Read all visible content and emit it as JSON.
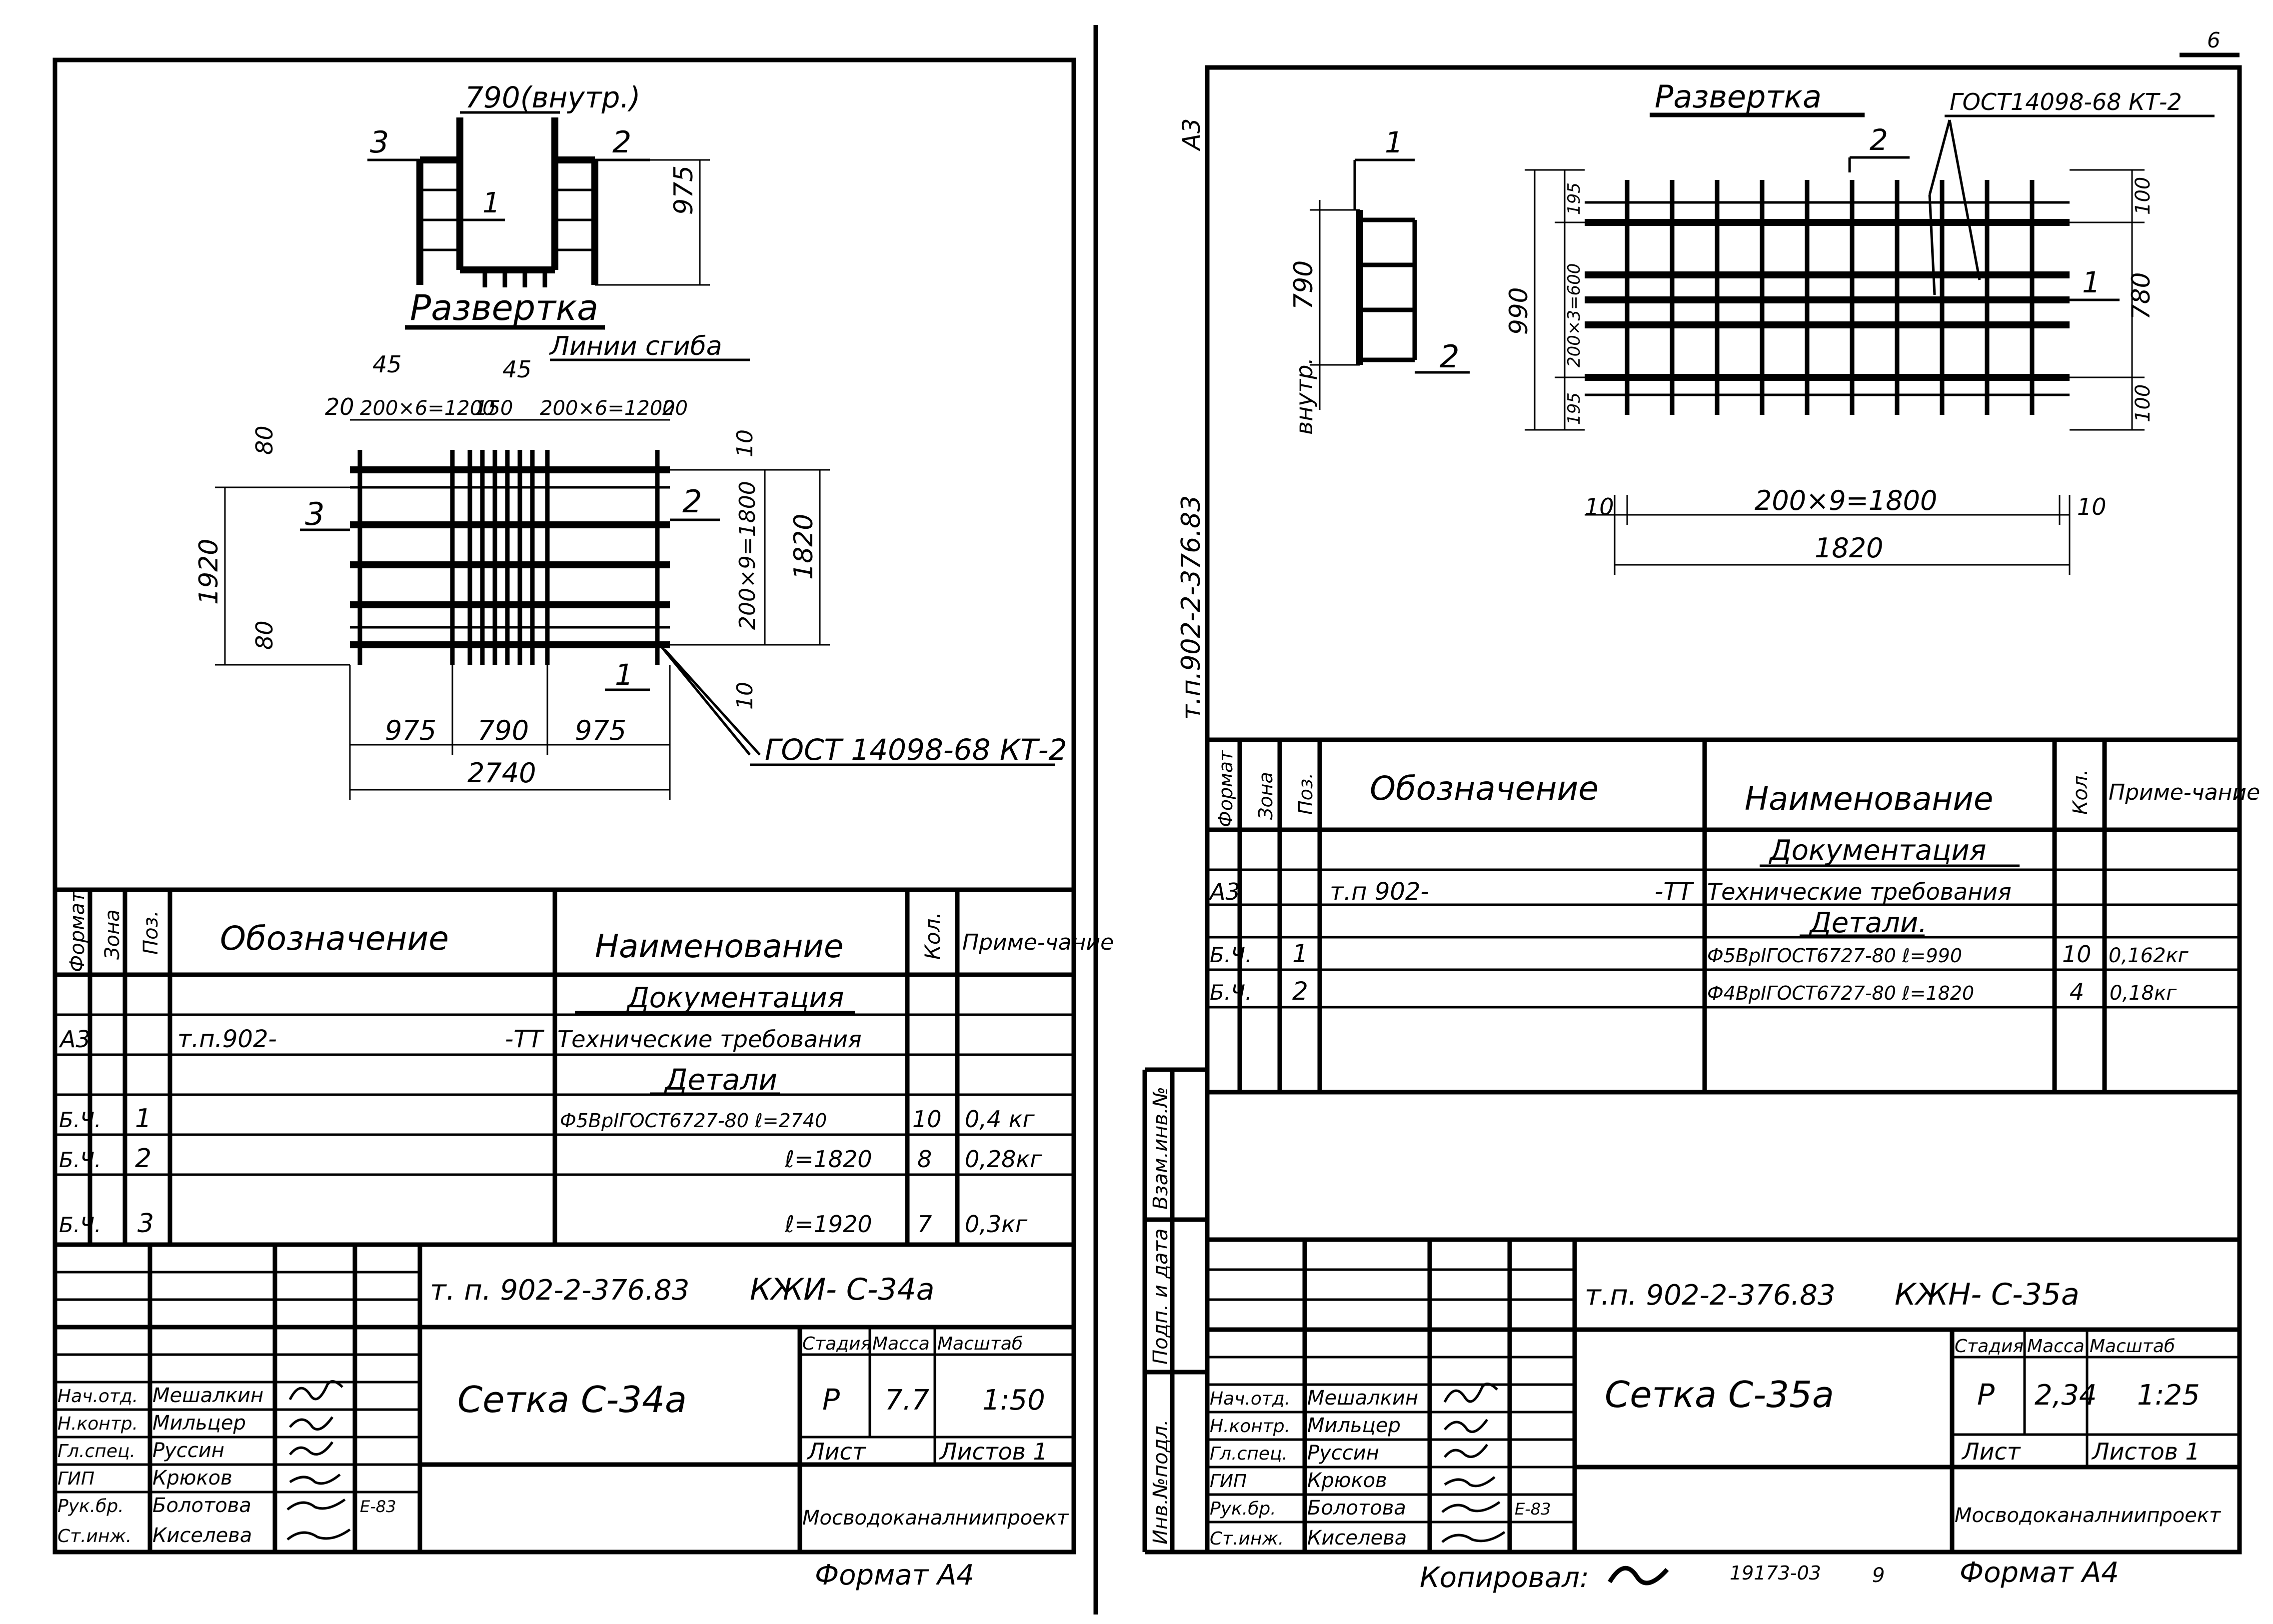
{
  "sheet_left": {
    "title": "т. п. 902-2-376.83",
    "mark": "КЖИ- С-34а",
    "name": "Сетка С-34а",
    "stage_label": "Стадия",
    "mass_label": "Масса",
    "scale_label": "Масштаб",
    "stage": "Р",
    "mass": "7.7",
    "scale": "1:50",
    "sheet_label": "Лист",
    "sheets_label": "Листов 1",
    "org": "Мосводоканалниипроект",
    "format_label": "Формат А4",
    "staff": [
      {
        "role": "Нач.отд.",
        "name": "Мешалкин"
      },
      {
        "role": "Н.контр.",
        "name": "Мильцер"
      },
      {
        "role": "Гл.спец.",
        "name": "Руссин"
      },
      {
        "role": "ГИП",
        "name": "Крюков"
      },
      {
        "role": "Рук.бр.",
        "name": "Болотова"
      },
      {
        "role": "Ст.инж.",
        "name": "Киселева"
      }
    ],
    "sign_date": "Е-83",
    "spec_headers": {
      "format": "Формат",
      "zone": "Зона",
      "pos": "Поз.",
      "designation": "Обозначение",
      "name": "Наименование",
      "qty": "Кол.",
      "note": "Приме-чание"
    },
    "spec_rows": [
      {
        "format": "",
        "pos": "",
        "designation": "",
        "name": "Документация",
        "qty": "",
        "note": ""
      },
      {
        "format": "А3",
        "pos": "",
        "designation": "т.п.902-",
        "designation_suffix": "-ТТ",
        "name": "Технические требования",
        "qty": "",
        "note": ""
      },
      {
        "format": "",
        "pos": "",
        "designation": "",
        "name": "Детали",
        "qty": "",
        "note": ""
      },
      {
        "format": "Б.Ч.",
        "pos": "1",
        "designation": "",
        "name": "Ф5ВрIГОСТ6727-80 ℓ=2740",
        "qty": "10",
        "note": "0,4 кг"
      },
      {
        "format": "Б.Ч.",
        "pos": "2",
        "designation": "",
        "name": "ℓ=1820",
        "qty": "8",
        "note": "0,28кг"
      },
      {
        "format": "Б.Ч.",
        "pos": "3",
        "designation": "",
        "name": "ℓ=1920",
        "qty": "7",
        "note": "0,3кг"
      }
    ],
    "drawing": {
      "dim_790": "790(внутр.)",
      "dim_975_h": "975",
      "label_razvertka": "Развертка",
      "label_bend": "Линии сгиба",
      "dim_45a": "45",
      "dim_45b": "45",
      "dim_20": "20",
      "dim_200x6a": "200×6=1200",
      "dim_150": "150",
      "dim_200x6b": "200×6=1200",
      "dim_20b": "20",
      "dim_80a": "80",
      "dim_80b": "80",
      "dim_1920": "1920",
      "dim_10a": "10",
      "dim_10b": "10",
      "dim_200x9": "200×9=1800",
      "dim_1820": "1820",
      "dim_975a": "975",
      "dim_790b": "790",
      "dim_975b": "975",
      "dim_2740": "2740",
      "gost": "ГОСТ 14098-68 КТ-2",
      "pos1": "1",
      "pos2": "2",
      "pos3": "3"
    }
  },
  "sheet_right": {
    "title": "т.п. 902-2-376.83",
    "mark": "КЖН- С-35а",
    "name": "Сетка  С-35а",
    "stage_label": "Стадия",
    "mass_label": "Масса",
    "scale_label": "Масштаб",
    "stage": "Р",
    "mass": "2,34",
    "scale": "1:25",
    "sheet_label": "Лист",
    "sheets_label": "Листов 1",
    "org": "Мосводоканалниипроект",
    "format_label": "Формат А4",
    "copied_label": "Копировал:",
    "copy_no": "19173-03",
    "copy_sheet": "9",
    "page_corner": "6",
    "staff": [
      {
        "role": "Нач.отд.",
        "name": "Мешалкин"
      },
      {
        "role": "Н.контр.",
        "name": "Мильцер"
      },
      {
        "role": "Гл.спец.",
        "name": "Руссин"
      },
      {
        "role": "ГИП",
        "name": "Крюков"
      },
      {
        "role": "Рук.бр.",
        "name": "Болотова"
      },
      {
        "role": "Ст.инж.",
        "name": "Киселева"
      }
    ],
    "sign_date": "Е-83",
    "side_stamp": "т.п.902-2-376.83",
    "side_sheet": "А3",
    "side_inv": "Инв.№подл.",
    "side_sign": "Подп. и дата",
    "side_replace": "Взам.инв.№",
    "spec_headers": {
      "format": "Формат",
      "zone": "Зона",
      "pos": "Поз.",
      "designation": "Обозначение",
      "name": "Наименование",
      "qty": "Кол.",
      "note": "Приме-чание"
    },
    "spec_rows": [
      {
        "format": "",
        "pos": "",
        "designation": "",
        "name": "Документация",
        "qty": "",
        "note": ""
      },
      {
        "format": "А3",
        "pos": "",
        "designation": "т.п 902-",
        "designation_suffix": "-ТТ",
        "name": "Технические требования",
        "qty": "",
        "note": ""
      },
      {
        "format": "",
        "pos": "",
        "designation": "",
        "name": "Детали.",
        "qty": "",
        "note": ""
      },
      {
        "format": "Б.Ч.",
        "pos": "1",
        "designation": "",
        "name": "Ф5ВрIГОСТ6727-80 ℓ=990",
        "qty": "10",
        "note": "0,162кг"
      },
      {
        "format": "Б.Ч.",
        "pos": "2",
        "designation": "",
        "name": "Ф4ВрIГОСТ6727-80 ℓ=1820",
        "qty": "4",
        "note": "0,18кг"
      }
    ],
    "drawing": {
      "label_razvertka": "Развертка",
      "gost": "ГОСТ14098-68 КТ-2",
      "dim_790": "790",
      "dim_vnutr": "внутр.",
      "dim_990": "990",
      "dim_195a": "195",
      "dim_200x3": "200×3=600",
      "dim_195b": "195",
      "dim_100a": "100",
      "dim_780": "780",
      "dim_100b": "100",
      "dim_10a": "10",
      "dim_200x9": "200×9=1800",
      "dim_10b": "10",
      "dim_1820": "1820",
      "pos1": "1",
      "pos2": "2",
      "pos1_small": "1",
      "pos2_small": "2"
    }
  }
}
